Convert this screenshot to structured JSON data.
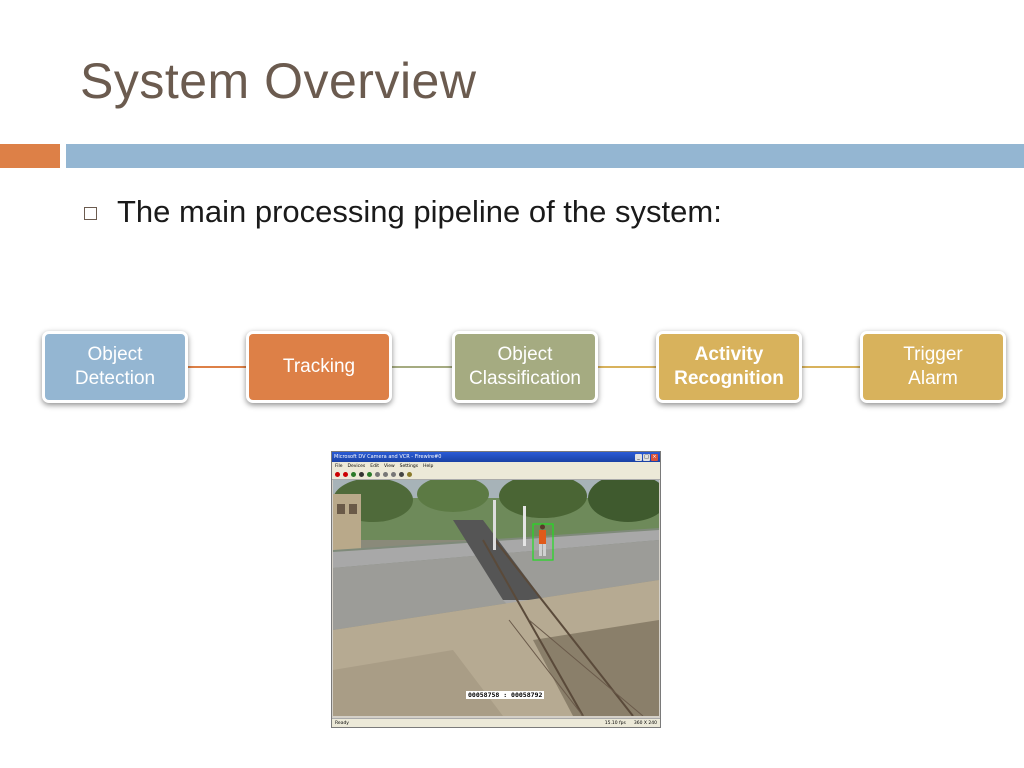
{
  "slide": {
    "title": "System Overview",
    "bullet": "The main processing pipeline of the system:"
  },
  "pipeline": {
    "stages": [
      {
        "label": "Object\nDetection",
        "color": "#94b6d2",
        "bold": false
      },
      {
        "label": "Tracking",
        "color": "#dd8047",
        "bold": false
      },
      {
        "label": "Object\nClassification",
        "color": "#a5ab81",
        "bold": false
      },
      {
        "label": "Activity\nRecognition",
        "color": "#d8b25c",
        "bold": true
      },
      {
        "label": "Trigger\nAlarm",
        "color": "#d8b25c",
        "bold": false
      }
    ],
    "connector_colors": [
      "#dd8047",
      "#a5ab81",
      "#d8b25c",
      "#d8b25c"
    ]
  },
  "video_window": {
    "title": "Microsoft DV Camera and VCR - Firewire#0",
    "menu": [
      "File",
      "Devices",
      "Edit",
      "View",
      "Settings",
      "Help"
    ],
    "frame_counter": "00058758 : 00058792",
    "status_left": "Ready",
    "status_fps": "15.10 fps",
    "status_size": "360 X 240"
  }
}
